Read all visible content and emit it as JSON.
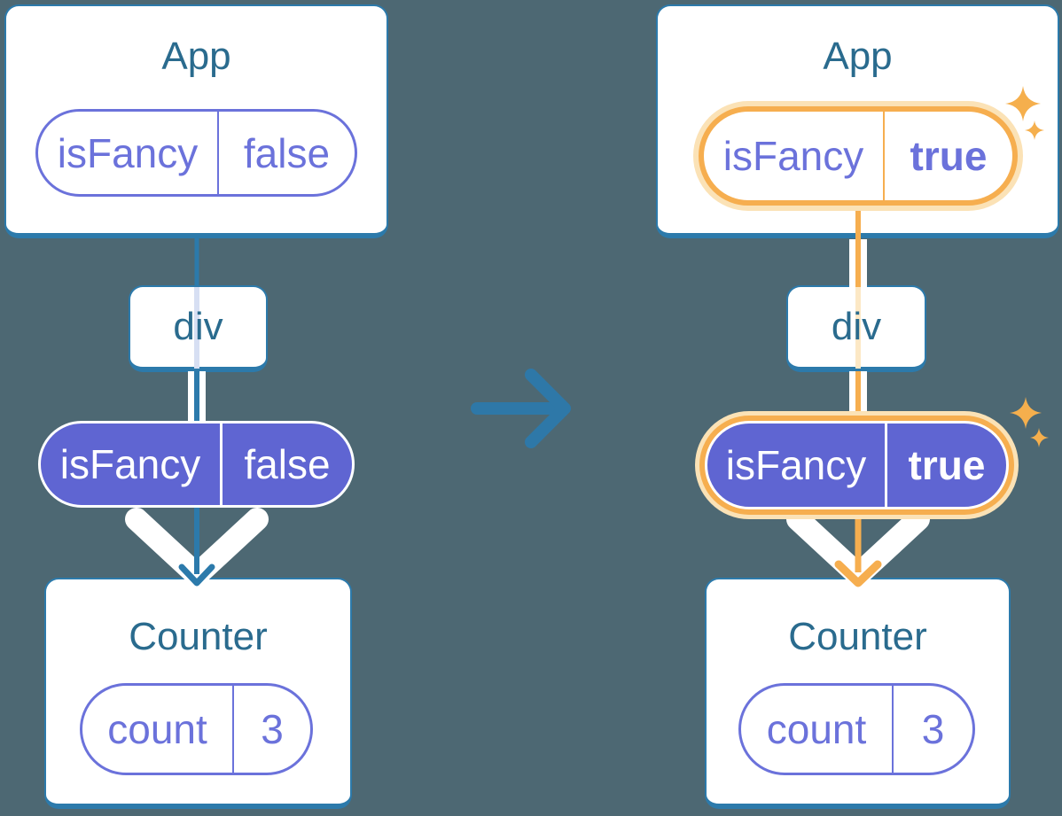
{
  "colors": {
    "background": "#4D6873",
    "card_border": "#2C7AAB",
    "title_text": "#2A6B8E",
    "purple": "#6B72DB",
    "purple_fill": "#5F65D2",
    "orange": "#F6AE4F",
    "orange_pale": "#FBE2B6",
    "sparkle": "#F5AF4D",
    "lavender_line": "#D7DFF3",
    "peach_line": "#FCE8C5",
    "transition_arrow": "#2E78A8",
    "white": "#FFFFFF"
  },
  "trees": {
    "before": {
      "app": {
        "title": "App",
        "state": {
          "name": "isFancy",
          "value": "false"
        }
      },
      "div_node": {
        "title": "div"
      },
      "prop": {
        "name": "isFancy",
        "value": "false"
      },
      "counter": {
        "title": "Counter",
        "state": {
          "name": "count",
          "value": "3"
        }
      }
    },
    "after": {
      "app": {
        "title": "App",
        "state": {
          "name": "isFancy",
          "value": "true"
        }
      },
      "div_node": {
        "title": "div"
      },
      "prop": {
        "name": "isFancy",
        "value": "true"
      },
      "counter": {
        "title": "Counter",
        "state": {
          "name": "count",
          "value": "3"
        }
      }
    }
  }
}
